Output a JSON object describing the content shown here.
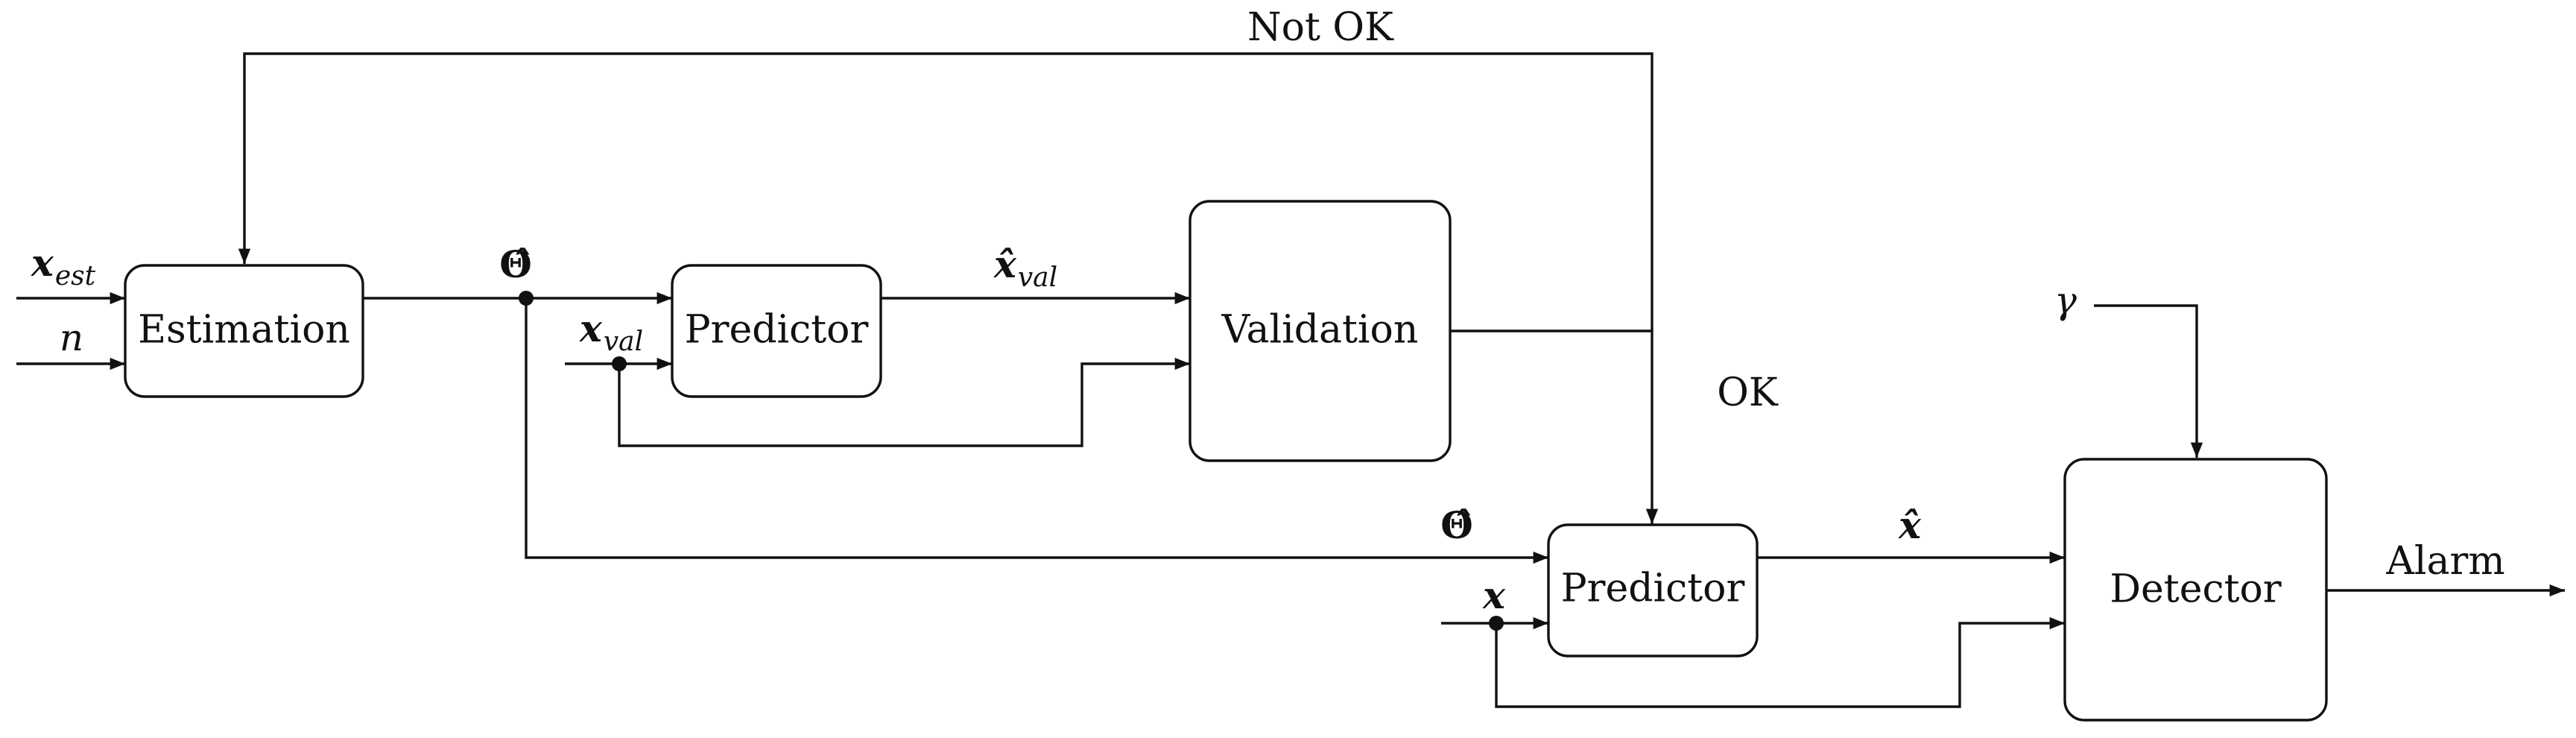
{
  "blocks": {
    "estimation": "Estimation",
    "predictor_top": "Predictor",
    "validation": "Validation",
    "predictor_bottom": "Predictor",
    "detector": "Detector"
  },
  "signals": {
    "x_est": {
      "base": "x",
      "sub": "est"
    },
    "n": "n",
    "theta_top": "Θ̂",
    "x_val": {
      "base": "x",
      "sub": "val"
    },
    "xhat_val": {
      "base": "x̂",
      "sub": "val"
    },
    "theta_bottom": "Θ̂",
    "x": "x",
    "xhat": "x̂",
    "gamma": "γ"
  },
  "edges": {
    "not_ok": "Not OK",
    "ok": "OK",
    "alarm": "Alarm"
  }
}
